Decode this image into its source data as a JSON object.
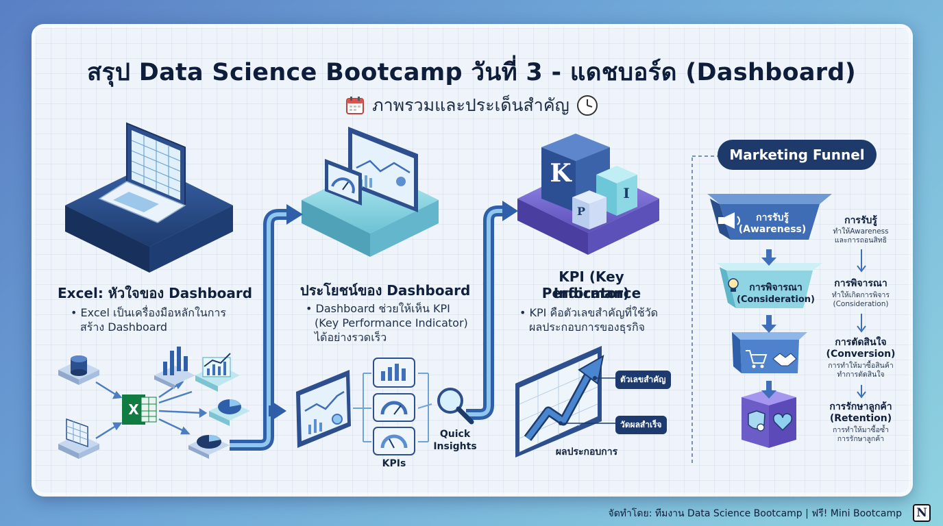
{
  "title": "สรุป Data Science Bootcamp วันที่ 3 - แดชบอร์ด (Dashboard)",
  "subtitle": "ภาพรวมและประเด็นสำคัญ",
  "excel": {
    "heading": "Excel: หัวใจของ Dashboard",
    "bullet_line1": "• Excel เป็นเครื่องมือหลักในการ",
    "bullet_line2": "สร้าง Dashboard",
    "logo_letter": "X"
  },
  "benefit": {
    "heading": "ประโยชน์ของ Dashboard",
    "bullet_line1": "• Dashboard ช่วยให้เห็น KPI",
    "bullet_line2": "(Key Performance Indicator)",
    "bullet_line3": "ได้อย่างรวดเร็ว",
    "kpis_label": "KPIs",
    "quick_insights_line1": "Quick",
    "quick_insights_line2": "Insights"
  },
  "kpi": {
    "heading_line1": "KPI (Key Performance",
    "heading_line2": "Indicator)",
    "bullet_line1": "• KPI คือตัวเลขสำคัญที่ใช้วัด",
    "bullet_line2": "ผลประกอบการของธุรกิจ",
    "tag_important": "ตัวเลขสำคัญ",
    "tag_success": "วัดผลสำเร็จ",
    "chart_caption": "ผลประกอบการ",
    "cube_letters": {
      "k": "K",
      "p": "P",
      "i": "I"
    }
  },
  "funnel": {
    "title": "Marketing Funnel",
    "stages": [
      {
        "inner_line1": "การรับรู้",
        "inner_line2": "(Awareness)",
        "side_title": "การรับรู้",
        "side_desc_line1": "ทำให้Awareness",
        "side_desc_line2": "และการถอนสิทธิ"
      },
      {
        "inner_line1": "การพิจารณา",
        "inner_line2": "(Consideration)",
        "side_title": "การพิจารณา",
        "side_desc_line1": "ทำให้เกิดการพิจาร",
        "side_desc_line2": "(Consideration)"
      },
      {
        "side_title_line1": "การตัดสินใจ",
        "side_title_line2": "(Conversion)",
        "side_desc_line1": "การทำให้มาซื้อสินค้า",
        "side_desc_line2": "ทำการตัดสินใจ"
      },
      {
        "side_title_line1": "การรักษาลูกค้า",
        "side_title_line2": "(Retention)",
        "side_desc_line1": "การทำให้มาซื้อซ้ำ",
        "side_desc_line2": "การรักษาลูกค้า"
      }
    ]
  },
  "footer": "จัดทำโดย: ทีมงาน Data Science Bootcamp | ฟรี! Mini Bootcamp",
  "notion_letter": "N",
  "colors": {
    "navy": "#1e3a6b",
    "teal": "#7fd0df",
    "purple": "#7a6fd6",
    "blue": "#3f6fb8"
  }
}
